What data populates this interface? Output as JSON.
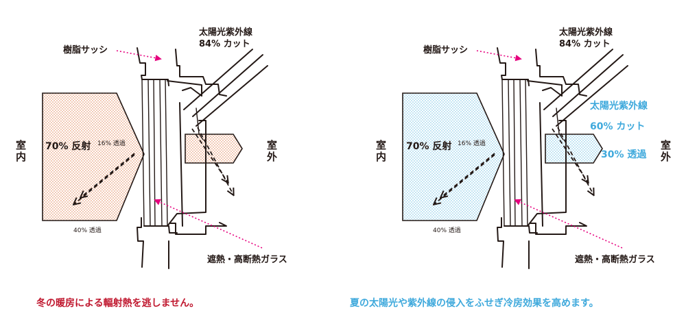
{
  "left": {
    "sash": "樹脂サッシ",
    "uv_line1": "太陽光紫外線",
    "uv_line2": "84% カット",
    "indoor": "室内",
    "outdoor": "室外",
    "reflect": "70% 反射",
    "trans16": "16% 透過",
    "trans40": "40% 透過",
    "glass": "遮熱・高断熱ガラス",
    "fill": "#f2c6b0",
    "caption": "冬の暖房による輻射熱を逃しません。",
    "caption_color": "#c0182f"
  },
  "right": {
    "sash": "樹脂サッシ",
    "uv_line1": "太陽光紫外線",
    "uv_line2": "84% カット",
    "indoor": "室内",
    "outdoor": "室外",
    "reflect": "70% 反射",
    "trans16": "16% 透過",
    "trans40": "40% 透過",
    "glass": "遮熱・高断熱ガラス",
    "uv_blue1": "太陽光紫外線",
    "uv_blue2": "60% カット",
    "trans30": "30% 透過",
    "fill": "#bfe3f3",
    "caption": "夏の太陽光や紫外線の侵入をふせぎ冷房効果を高めます。",
    "caption_color": "#3fa9dc"
  }
}
